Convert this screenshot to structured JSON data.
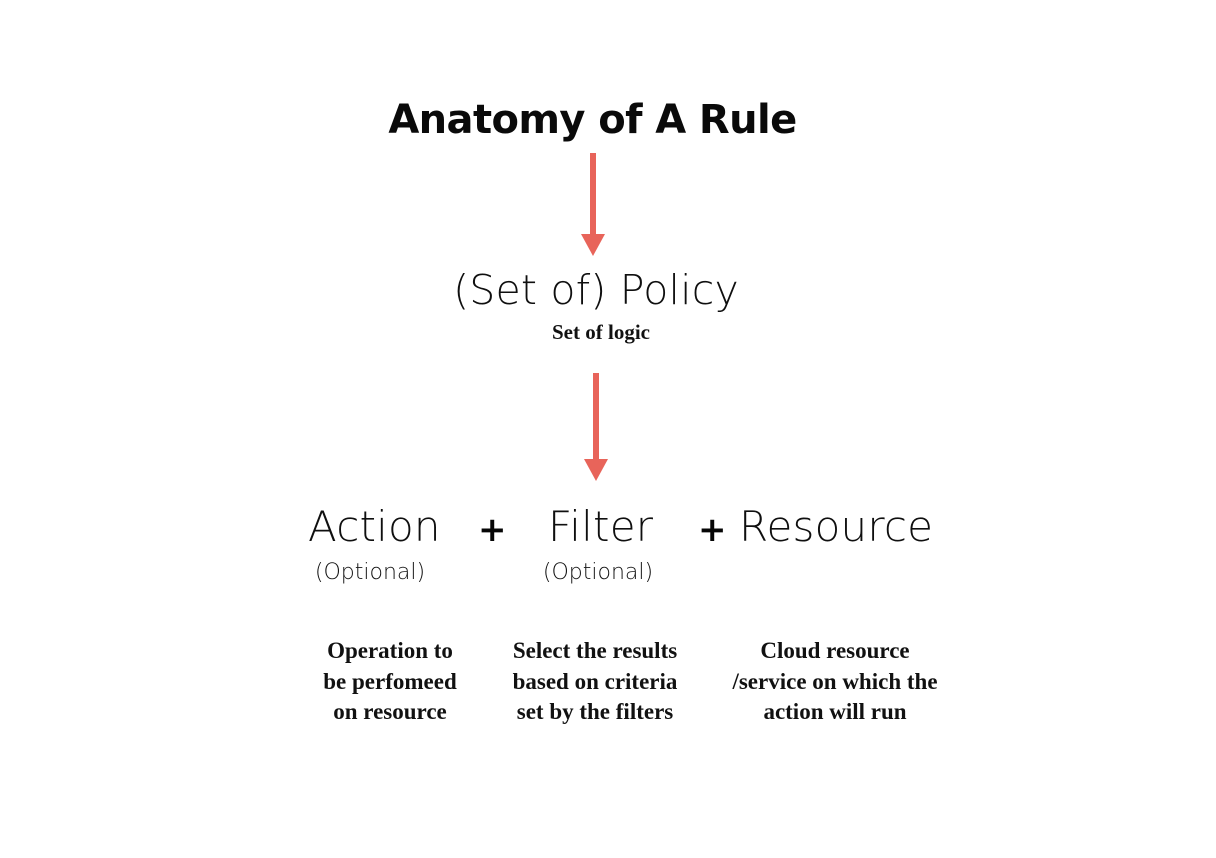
{
  "diagram": {
    "title": "Anatomy of A Rule",
    "background_color": "#ffffff",
    "text_color": "#111111",
    "arrow_color": "#E8645A",
    "policy": {
      "label": "(Set of) Policy",
      "sublabel": "Set of logic"
    },
    "formula": {
      "operator": "+",
      "terms": [
        {
          "label": "Action",
          "optional_label": "(Optional)",
          "description": "Operation to\nbe perfomeed\non resource"
        },
        {
          "label": "Filter",
          "optional_label": "(Optional)",
          "description": "Select the results\nbased on criteria\nset by the filters"
        },
        {
          "label": "Resource",
          "optional_label": "",
          "description": "Cloud resource\n/service on which the\naction will run"
        }
      ]
    },
    "arrows": [
      {
        "name": "title-to-policy",
        "from": "Anatomy of A Rule",
        "to": "(Set of) Policy"
      },
      {
        "name": "policy-to-formula",
        "from": "(Set of) Policy",
        "to": "Action + Filter + Resource"
      }
    ]
  }
}
